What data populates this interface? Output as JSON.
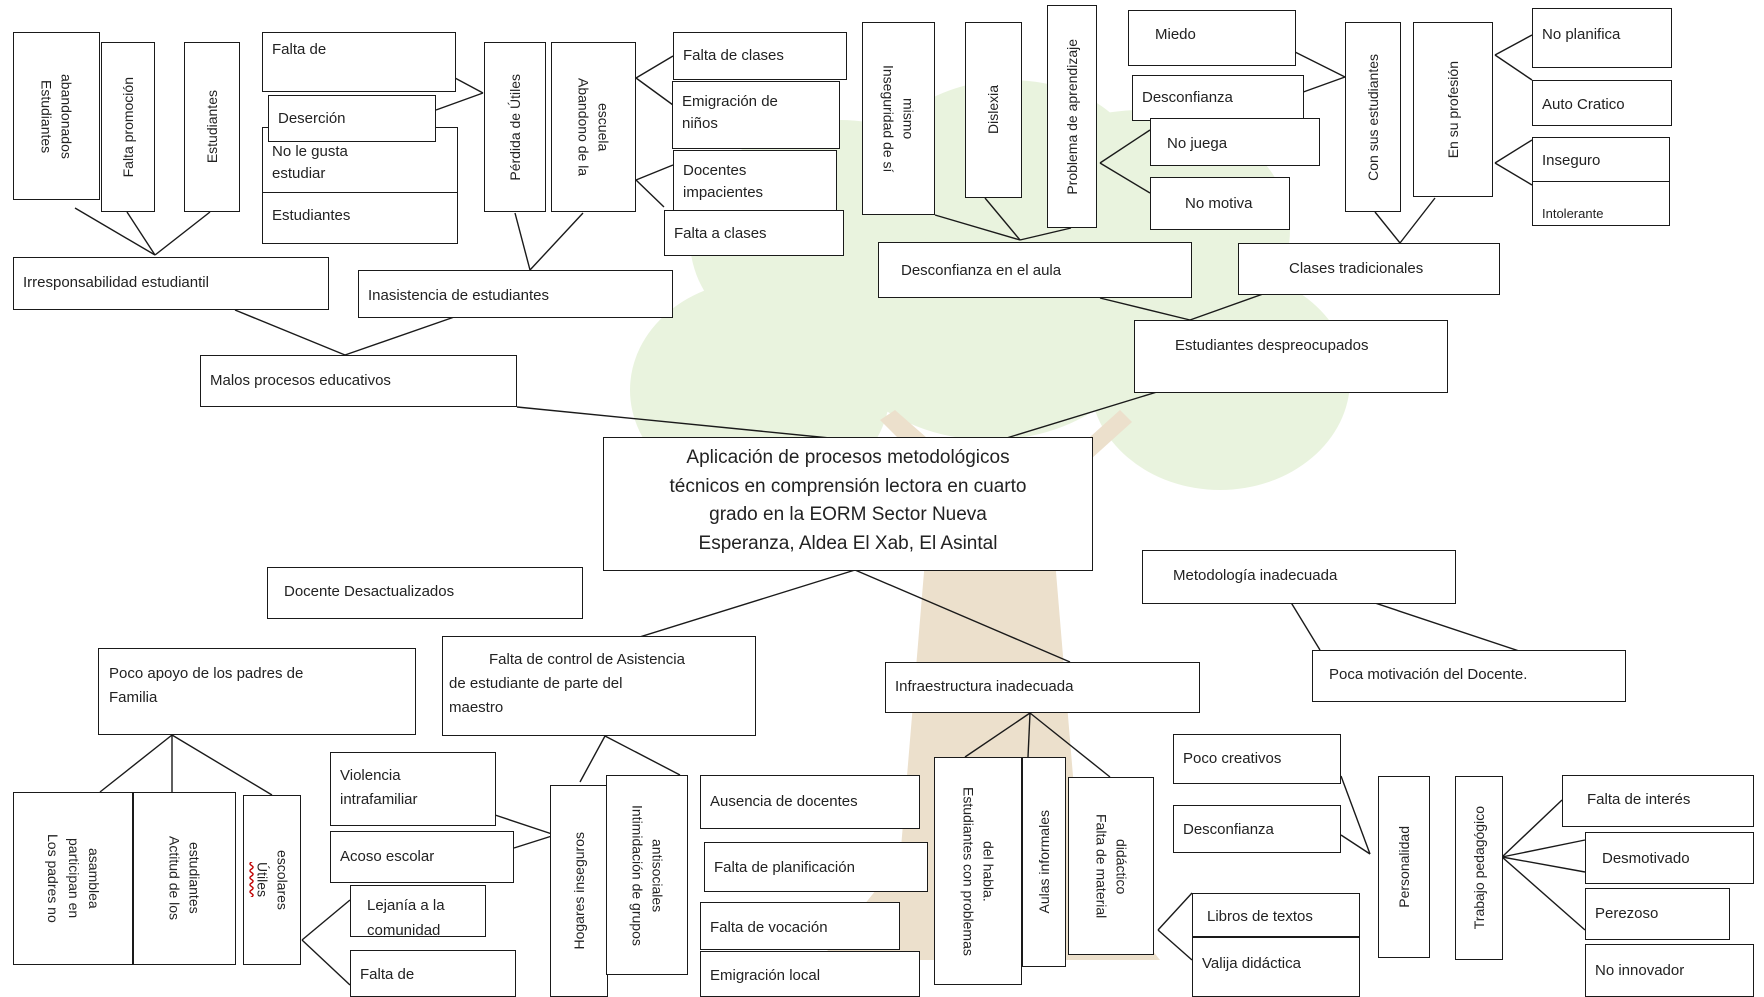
{
  "center": [
    "Aplicación de procesos metodológicos",
    "técnicos en comprensión lectora en cuarto",
    "grado en la EORM Sector Nueva",
    "Esperanza, Aldea El Xab, El Asintal"
  ],
  "top": {
    "malos": "Malos procesos educativos",
    "irresp": "Irresponsabilidad  estudiantil",
    "inasist": "Inasistencia  de estudiantes",
    "est_aband": [
      "Estudiantes",
      "abandonados"
    ],
    "falta_prom": "Falta promoción",
    "estudiantes": "Estudiantes",
    "falta_de": "Falta  de",
    "desercion": "Deserción",
    "no_gusta": [
      "No le gusta",
      "estudiar"
    ],
    "estudiantes2": "Estudiantes",
    "perdida": "Pérdida de Útiles",
    "abandono": [
      "Abandono  de la",
      "escuela"
    ],
    "falta_clases": "Falta de clases",
    "emigracion": [
      "Emigración  de",
      "niños"
    ],
    "docentes_imp": [
      "Docentes",
      "impacientes"
    ],
    "falta_a_clases": "Falta  a clases",
    "despreoc": "Estudiantes  despreocupados",
    "desconf_aula": "Desconfianza en el aula",
    "clases_trad": "Clases tradicionales",
    "inseguridad": [
      "Inseguridad  de sí",
      "mismo"
    ],
    "dislexia": "Dislexia",
    "problema": "Problema de aprendizaje",
    "miedo": "Miedo",
    "desconfianza": "Desconfianza",
    "no_juega": "No juega",
    "no_motiva": "No motiva",
    "con_est": "Con sus estudiantes",
    "en_prof": "En  su  profesión",
    "no_planifica": "No planifica",
    "auto_cratico": "Auto Cratico",
    "inseguro": "Inseguro",
    "intolerante": "Intolerante"
  },
  "bottom": {
    "docente_desact": "Docente  Desactualizados",
    "metodologia": "Metodología  inadecuada",
    "poco_apoyo": [
      "Poco apoyo de los padres de",
      "Familia"
    ],
    "falta_control": [
      "Falta de control de Asistencia",
      "de estudiante de parte del",
      "maestro"
    ],
    "infraestructura": "Infraestructura  inadecuada",
    "poca_motiv": "Poca motivación  del  Docente.",
    "padres_no": [
      "Los padres no",
      "participan en",
      "asamblea"
    ],
    "actitud": [
      "Actitud de los",
      "estudiantes"
    ],
    "utiles_u": "Útiles",
    "utiles_rest": " escolares",
    "violencia": [
      "Violencia",
      "intrafamiliar"
    ],
    "acoso": "Acoso escolar",
    "lejania": [
      "Lejanía  a la",
      "comunidad"
    ],
    "falta_de_b": "Falta  de",
    "hogares": "Hogares inseguros",
    "intimidacion": [
      "Intimidación de grupos",
      "antisociales"
    ],
    "ausencia": "Ausencia de docentes",
    "falta_planif": "Falta  de planificación",
    "falta_vocacion": "Falta  de vocación",
    "emigracion_local": "Emigración  local",
    "est_problemas": [
      "Estudiantes con problemas",
      "del habla."
    ],
    "aulas": "Aulas informales",
    "falta_material": [
      "Falta  de  material",
      "didáctico"
    ],
    "libros": "Libros  de textos",
    "valija": "Valija  didáctica",
    "poco_creativos": "Poco  creativos",
    "desconfianza_b": "Desconfianza",
    "personalidad": "Personalidad",
    "trabajo_ped": "Trabajo pedagógico",
    "falta_interes": "Falta  de interés",
    "desmotivado": "Desmotivado",
    "perezoso": "Perezoso",
    "no_innovador": "No innovador"
  }
}
